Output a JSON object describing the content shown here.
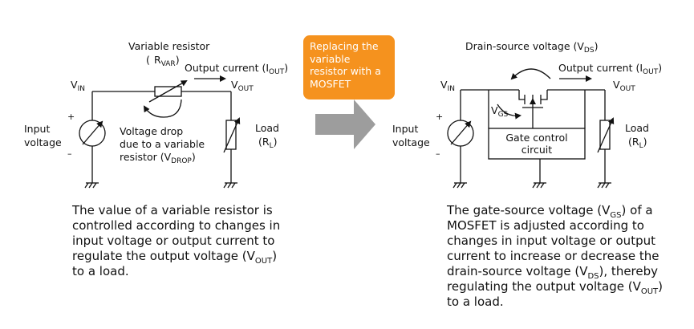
{
  "callout": {
    "text": "Replacing the variable resistor with a MOSFET"
  },
  "left": {
    "var_resistor": {
      "text": "Variable resistor",
      "r_main": "R",
      "r_sub": "VAR"
    },
    "output_current": {
      "text": "Output current (I",
      "sub": "OUT",
      "end": ")"
    },
    "vin": {
      "main": "V",
      "sub": "IN"
    },
    "vout": {
      "main": "V",
      "sub": "OUT"
    },
    "input_voltage": [
      "Input",
      "voltage"
    ],
    "load": {
      "line1": "Load",
      "main": "R",
      "sub": "L"
    },
    "voltage_drop": {
      "line1": "Voltage drop",
      "line2": "due to a variable",
      "line3": "resistor (V",
      "sub": "DROP",
      "end": ")"
    },
    "plus": "+",
    "minus": "–"
  },
  "right": {
    "vds_title": {
      "text": "Drain-source voltage (V",
      "sub": "DS",
      "end": ")"
    },
    "output_current": {
      "text": "Output current (I",
      "sub": "OUT",
      "end": ")"
    },
    "vin": {
      "main": "V",
      "sub": "IN"
    },
    "vout": {
      "main": "V",
      "sub": "OUT"
    },
    "vgs": {
      "main": "V",
      "sub": "GS"
    },
    "input_voltage": [
      "Input",
      "voltage"
    ],
    "load": {
      "line1": "Load",
      "main": "R",
      "sub": "L"
    },
    "gate_control": [
      "Gate control",
      "circuit"
    ],
    "plus": "+",
    "minus": "–"
  },
  "caption_left": {
    "p1": "The value of a variable resistor is controlled according to changes in input voltage or output current to regulate the output voltage (V",
    "sub": "OUT",
    "p2": ") to a load."
  },
  "caption_right": {
    "p1": "The gate-source voltage (V",
    "sub1": "GS",
    "p2": ") of a MOSFET is adjusted according to changes in input voltage or output current to increase or decrease the drain-source voltage (V",
    "sub2": "DS",
    "p3": "), thereby regulating the output voltage (V",
    "sub3": "OUT",
    "p4": ") to a load."
  },
  "colors": {
    "callout": "#f5921e",
    "arrow": "#9d9d9d",
    "line": "#111111"
  }
}
